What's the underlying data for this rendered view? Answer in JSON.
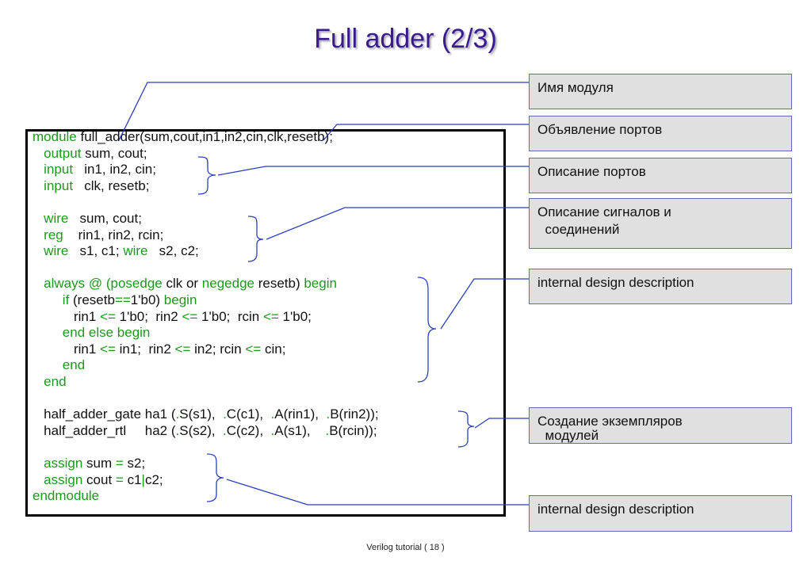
{
  "title": "Full adder (2/3)",
  "footer": "Verilog tutorial  ( 18 )",
  "colors": {
    "title": "#3a1a8c",
    "keyword": "#1a9a1a",
    "callout_border": "#5a6fb0",
    "callout_bg": "#e0e0e0",
    "connector": "#2a3fc0"
  },
  "code": [
    [
      {
        "t": "module",
        "k": 1
      },
      {
        "t": " full_adder(sum,cout,in1,in2,cin,clk,resetb);"
      }
    ],
    [
      {
        "t": "   "
      },
      {
        "t": "output",
        "k": 1
      },
      {
        "t": " sum, cout;"
      }
    ],
    [
      {
        "t": "   "
      },
      {
        "t": "input",
        "k": 1
      },
      {
        "t": "   in1, in2, cin;"
      }
    ],
    [
      {
        "t": "   "
      },
      {
        "t": "input",
        "k": 1
      },
      {
        "t": "   clk, resetb;"
      }
    ],
    [
      {
        "t": ""
      }
    ],
    [
      {
        "t": "   "
      },
      {
        "t": "wire",
        "k": 1
      },
      {
        "t": "   sum, cout;"
      }
    ],
    [
      {
        "t": "   "
      },
      {
        "t": "reg",
        "k": 1
      },
      {
        "t": "    rin1, rin2, rcin;"
      }
    ],
    [
      {
        "t": "   "
      },
      {
        "t": "wire",
        "k": 1
      },
      {
        "t": "   s1, c1; "
      },
      {
        "t": "wire",
        "k": 1
      },
      {
        "t": "   s2, c2;"
      }
    ],
    [
      {
        "t": ""
      }
    ],
    [
      {
        "t": "   "
      },
      {
        "t": "always @ (",
        "k": 1
      },
      {
        "t": ""
      },
      {
        "t": "posedge",
        "k": 1
      },
      {
        "t": " clk or "
      },
      {
        "t": "negedge",
        "k": 1
      },
      {
        "t": " resetb) "
      },
      {
        "t": "begin",
        "k": 1
      }
    ],
    [
      {
        "t": "        "
      },
      {
        "t": "if",
        "k": 1
      },
      {
        "t": " (resetb"
      },
      {
        "t": "==",
        "k": 1
      },
      {
        "t": "1'b0) "
      },
      {
        "t": "begin",
        "k": 1
      }
    ],
    [
      {
        "t": "           rin1 "
      },
      {
        "t": "<=",
        "k": 1
      },
      {
        "t": " 1'b0;  rin2 "
      },
      {
        "t": "<=",
        "k": 1
      },
      {
        "t": " 1'b0;  rcin "
      },
      {
        "t": "<=",
        "k": 1
      },
      {
        "t": " 1'b0;"
      }
    ],
    [
      {
        "t": "        "
      },
      {
        "t": "end else begin",
        "k": 1
      }
    ],
    [
      {
        "t": "           rin1 "
      },
      {
        "t": "<=",
        "k": 1
      },
      {
        "t": " in1;  rin2 "
      },
      {
        "t": "<=",
        "k": 1
      },
      {
        "t": " in2; rcin "
      },
      {
        "t": "<=",
        "k": 1
      },
      {
        "t": " cin;"
      }
    ],
    [
      {
        "t": "        "
      },
      {
        "t": "end",
        "k": 1
      }
    ],
    [
      {
        "t": "   "
      },
      {
        "t": "end",
        "k": 1
      }
    ],
    [
      {
        "t": ""
      }
    ],
    [
      {
        "t": "   half_adder_gate ha1 ("
      },
      {
        "t": ".",
        "k": 1
      },
      {
        "t": "S(s1),  "
      },
      {
        "t": ".",
        "k": 1
      },
      {
        "t": "C(c1),  "
      },
      {
        "t": ".",
        "k": 1
      },
      {
        "t": "A(rin1),  "
      },
      {
        "t": ".",
        "k": 1
      },
      {
        "t": "B(rin2));"
      }
    ],
    [
      {
        "t": "   half_adder_rtl     ha2 ("
      },
      {
        "t": ".",
        "k": 1
      },
      {
        "t": "S(s2),  "
      },
      {
        "t": ".",
        "k": 1
      },
      {
        "t": "C(c2),  "
      },
      {
        "t": ".",
        "k": 1
      },
      {
        "t": "A(s1),    "
      },
      {
        "t": ".",
        "k": 1
      },
      {
        "t": "B(rcin));"
      }
    ],
    [
      {
        "t": ""
      }
    ],
    [
      {
        "t": "   "
      },
      {
        "t": "assign",
        "k": 1
      },
      {
        "t": " sum "
      },
      {
        "t": "=",
        "k": 1
      },
      {
        "t": " s2;"
      }
    ],
    [
      {
        "t": "   "
      },
      {
        "t": "assign",
        "k": 1
      },
      {
        "t": " cout "
      },
      {
        "t": "=",
        "k": 1
      },
      {
        "t": " c1"
      },
      {
        "t": "|",
        "k": 1
      },
      {
        "t": "c2;"
      }
    ],
    [
      {
        "t": "endmodule",
        "k": 1
      }
    ]
  ],
  "callouts": [
    {
      "id": "module-name",
      "text": "Имя модуля"
    },
    {
      "id": "port-declaration",
      "text": "Объявление портов"
    },
    {
      "id": "port-description",
      "text": "Описание портов"
    },
    {
      "id": "signals-description",
      "line1": "Описание сигналов и",
      "line2": "  соединений"
    },
    {
      "id": "internal-design-1",
      "text": "internal design description"
    },
    {
      "id": "instances",
      "line1": "Создание экземпляров",
      "line2": "  модулей"
    },
    {
      "id": "internal-design-2",
      "text": "internal design description"
    }
  ]
}
